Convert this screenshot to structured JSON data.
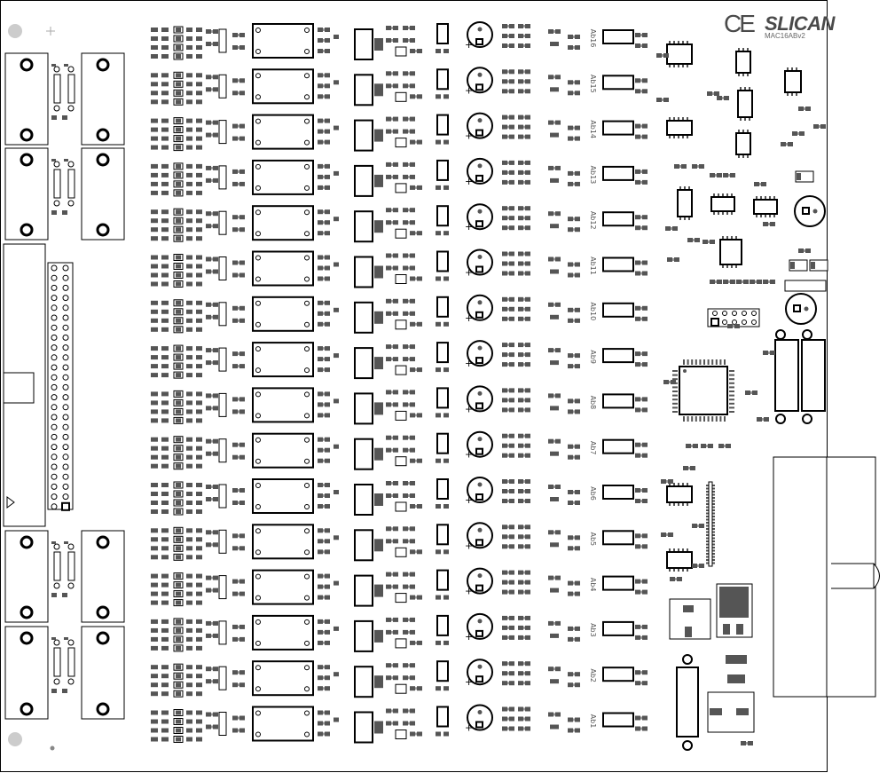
{
  "board": {
    "brand": "SLICAN",
    "ce_mark": "CE",
    "model": "MAC16ABv2",
    "colors": {
      "pad": "#555555",
      "outline": "#000000",
      "background": "#ffffff",
      "hole": "#cccccc"
    }
  },
  "channels": [
    {
      "label": "Ab16"
    },
    {
      "label": "Ab15"
    },
    {
      "label": "Ab14"
    },
    {
      "label": "Ab13"
    },
    {
      "label": "Ab12"
    },
    {
      "label": "Ab11"
    },
    {
      "label": "Ab10"
    },
    {
      "label": "Ab9"
    },
    {
      "label": "Ab8"
    },
    {
      "label": "Ab7"
    },
    {
      "label": "Ab6"
    },
    {
      "label": "Ab5"
    },
    {
      "label": "Ab4"
    },
    {
      "label": "Ab3"
    },
    {
      "label": "Ab2"
    },
    {
      "label": "Ab1"
    }
  ]
}
